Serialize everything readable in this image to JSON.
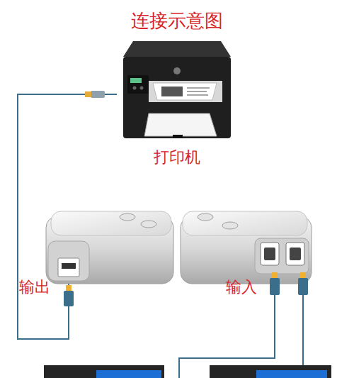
{
  "diagram": {
    "title": "连接示意图",
    "nodes": [
      {
        "text": [
          "打印机"
        ]
      },
      {
        "text": [
          "输出"
        ]
      },
      {
        "text": [
          "输入"
        ]
      }
    ],
    "edges": [
      {
        "from": 0,
        "to": 1,
        "arrow": "none"
      }
    ]
  }
}
